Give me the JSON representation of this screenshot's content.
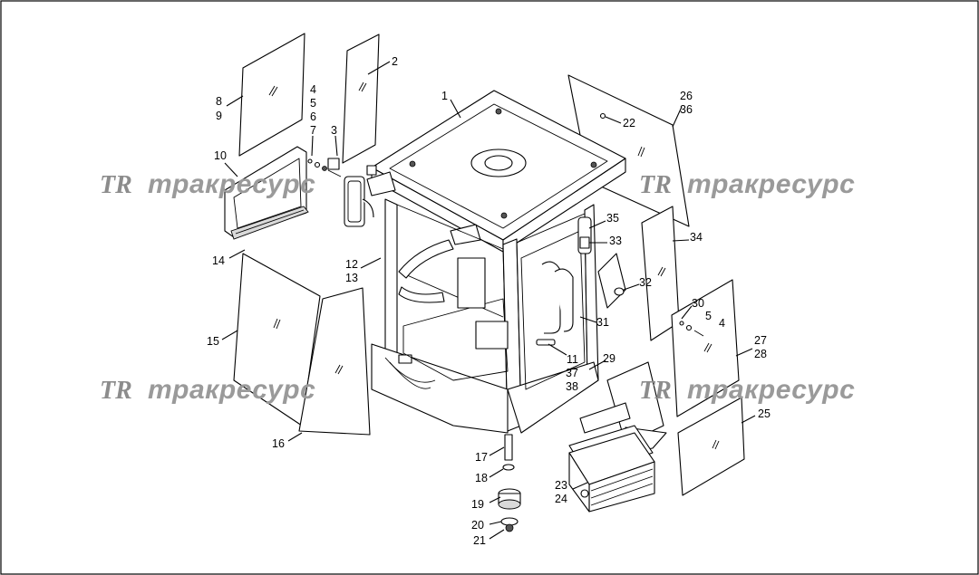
{
  "watermark": {
    "logo": "TR",
    "text": "тракресурс"
  },
  "callouts": {
    "c1": "1",
    "c2": "2",
    "c3": "3",
    "c4": "4",
    "c5": "5",
    "c6": "6",
    "c7": "7",
    "c8": "8",
    "c9": "9",
    "c10": "10",
    "c11": "11",
    "c12": "12",
    "c13": "13",
    "c14": "14",
    "c15": "15",
    "c16": "16",
    "c17": "17",
    "c18": "18",
    "c19": "19",
    "c20": "20",
    "c21": "21",
    "c22": "22",
    "c23": "23",
    "c24": "24",
    "c25": "25",
    "c26": "26",
    "c27": "27",
    "c28": "28",
    "c29": "29",
    "c30": "30",
    "c31": "31",
    "c32": "32",
    "c33": "33",
    "c34": "34",
    "c35": "35",
    "c36": "36",
    "c37": "37",
    "c38": "38",
    "c4b": "4",
    "c5b": "5"
  },
  "colors": {
    "line": "#000000",
    "watermark": "#9a9a9a",
    "background": "#ffffff"
  }
}
